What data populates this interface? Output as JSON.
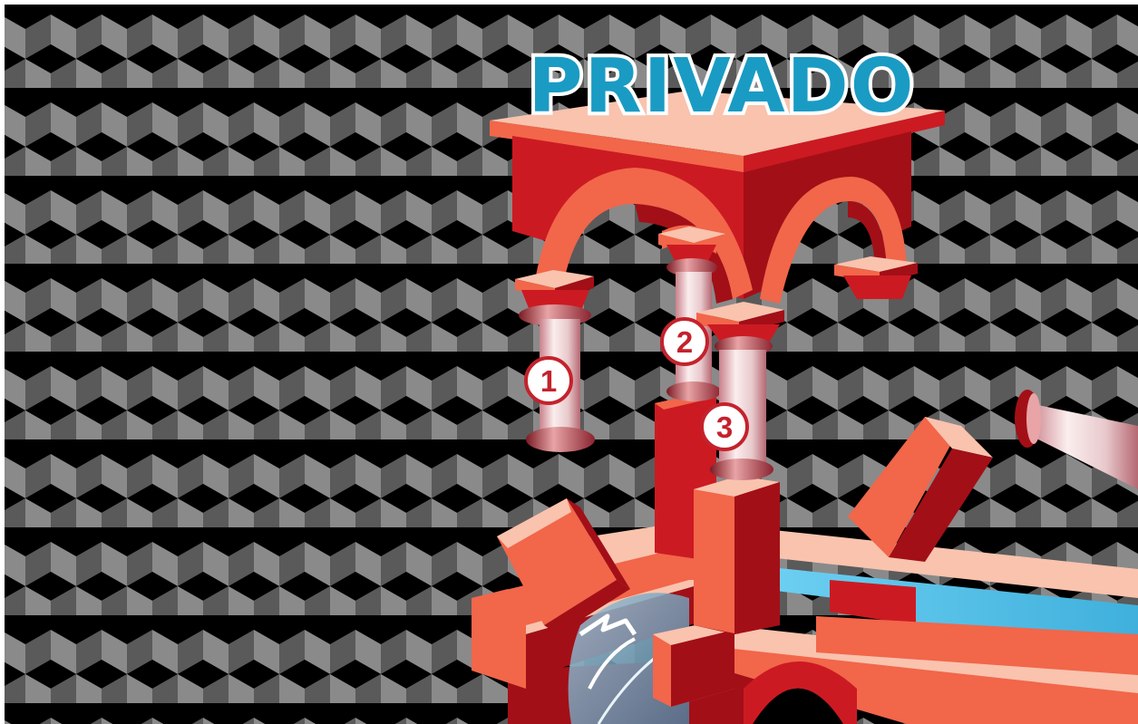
{
  "sign": {
    "title": "PRIVADO"
  },
  "column_labels": [
    {
      "number": "1"
    },
    {
      "number": "2"
    },
    {
      "number": "3"
    }
  ],
  "colors": {
    "title_fill": "#1a9bc4",
    "title_outline": "#ffffff",
    "brick_light": "#f2664a",
    "brick_dark": "#a30f17",
    "brick_mid": "#cc1a22",
    "brick_top": "#f9c3ae",
    "column_shaft": "#f3e4e4",
    "water": "#56c4ec",
    "badge_ring": "#c4222c",
    "badge_text": "#c4222c",
    "background_dark": "#000000",
    "background_mid": "#5a5a5a",
    "background_light": "#8a8a8a"
  }
}
